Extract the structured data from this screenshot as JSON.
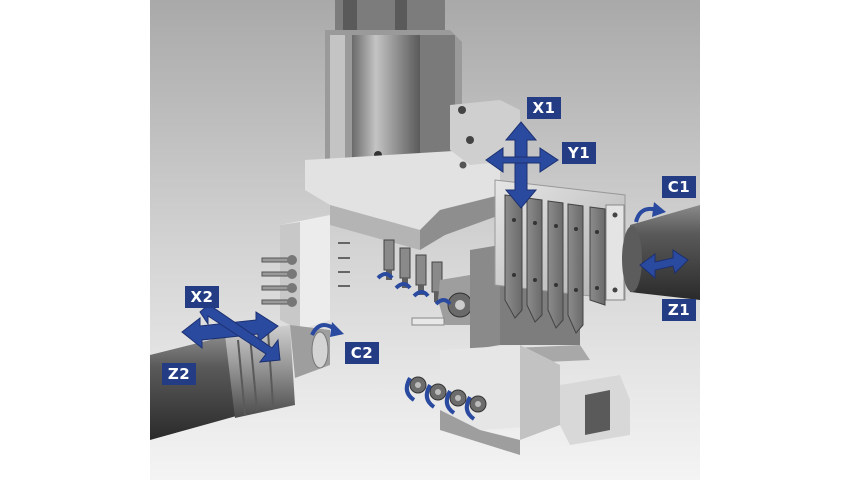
{
  "axis_labels": {
    "x1": "X1",
    "y1": "Y1",
    "c1": "C1",
    "z1": "Z1",
    "x2": "X2",
    "z2": "Z2",
    "c2": "C2"
  },
  "colors": {
    "label_background": "#243c84",
    "arrow": "#2a4aa0",
    "label_text": "#ffffff"
  }
}
